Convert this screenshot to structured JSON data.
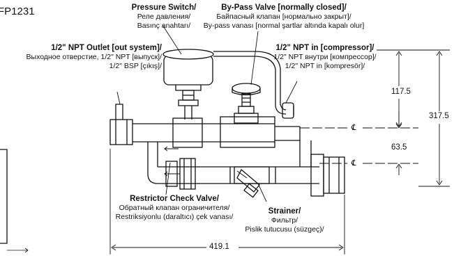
{
  "model_code": "FP1231",
  "labels": {
    "pressure_switch": {
      "title": "Pressure Switch/",
      "ru": "Реле давления/",
      "tr": "Basınç anahtarı/"
    },
    "bypass_valve": {
      "title": "By-Pass Valve [normally closed]/",
      "ru": "Байпасный клапан [нормально закрыт]/",
      "tr": "By-pass vanası [normal şartlar altında kapalı olur]"
    },
    "outlet": {
      "title": "1/2\" NPT Outlet [out system]/",
      "ru": "Выходное отверстие, 1/2\" NPT [выпуск]/",
      "tr": "1/2\" BSP [çıkış]/"
    },
    "inlet": {
      "title": "1/2\" NPT in [compressor]/",
      "ru": "1/2\" NPT внутри [компрессор]/",
      "tr": "1/2\" NPT in [kompresör]/"
    },
    "restrictor": {
      "title": "Restrictor Check Valve/",
      "ru": "Обратный клапан ограничителя/",
      "tr": "Restriksiyonlu (daraltıcı) çek vanası/"
    },
    "strainer": {
      "title": "Strainer/",
      "ru": "Фильтр/",
      "tr": "Pislik tutucusu (süzgeç)/"
    }
  },
  "dimensions": {
    "top_to_centerline": "117.5",
    "overall_height": "317.5",
    "centerline_spacing": "63.5",
    "overall_length": "419.1"
  },
  "centerline_symbol": "℄"
}
